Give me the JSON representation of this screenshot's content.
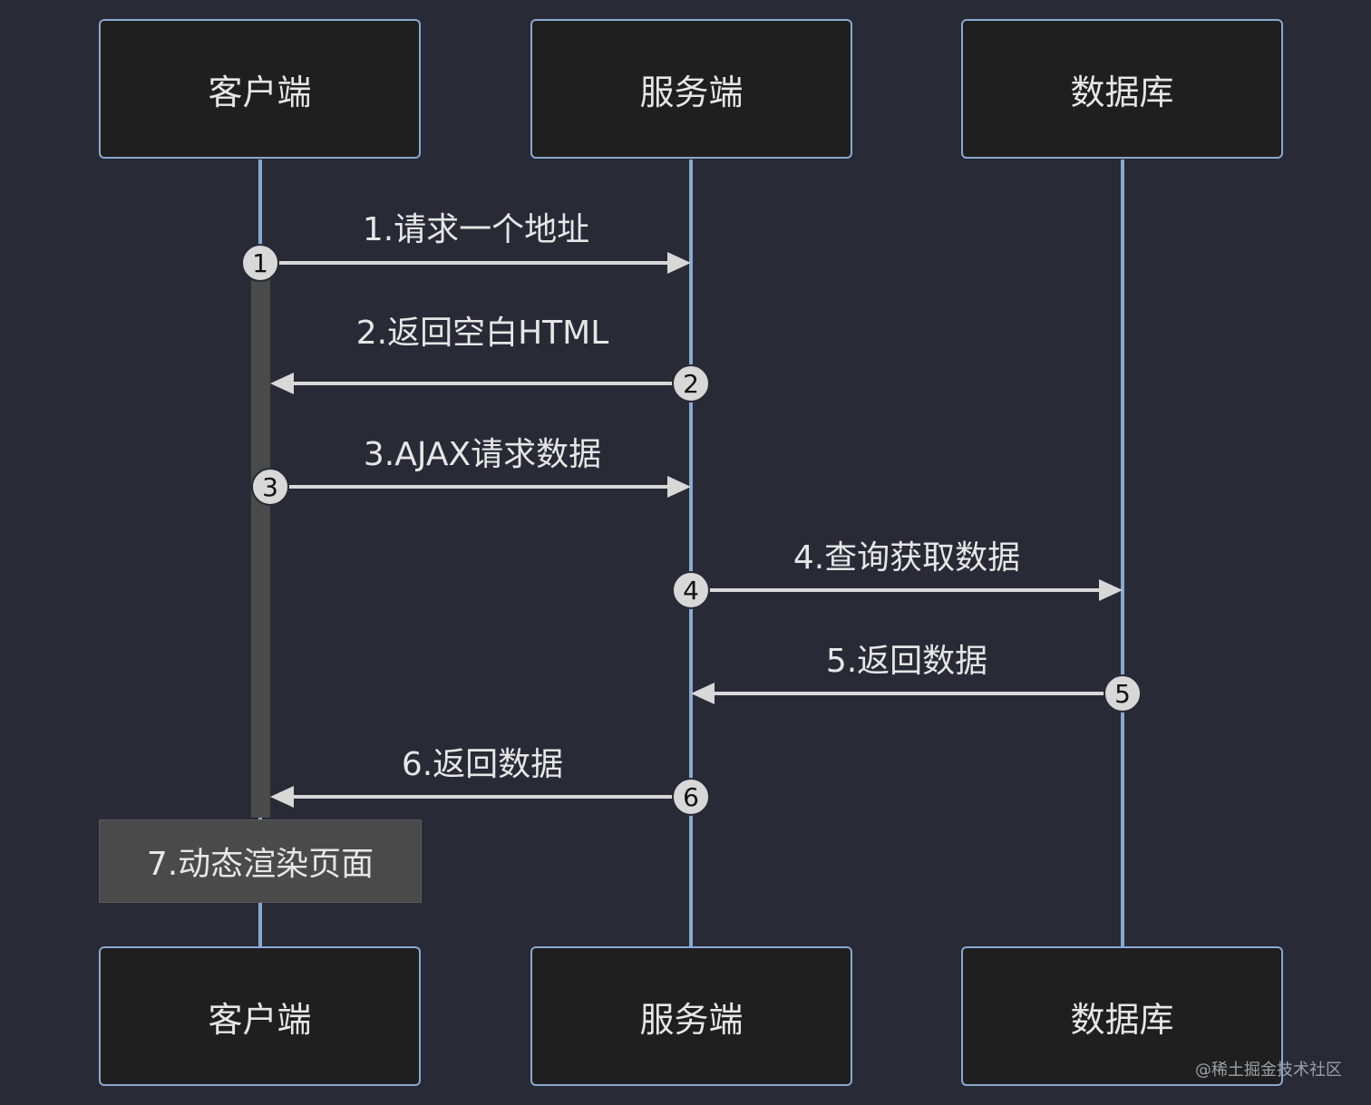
{
  "participants": [
    {
      "id": "client",
      "label": "客户端"
    },
    {
      "id": "server",
      "label": "服务端"
    },
    {
      "id": "db",
      "label": "数据库"
    }
  ],
  "messages": [
    {
      "num": "1",
      "label": "1.请求一个地址",
      "from": "client",
      "to": "server"
    },
    {
      "num": "2",
      "label": "2.返回空白HTML",
      "from": "server",
      "to": "client"
    },
    {
      "num": "3",
      "label": "3.AJAX请求数据",
      "from": "client",
      "to": "server"
    },
    {
      "num": "4",
      "label": "4.查询获取数据",
      "from": "server",
      "to": "db"
    },
    {
      "num": "5",
      "label": "5.返回数据",
      "from": "db",
      "to": "server"
    },
    {
      "num": "6",
      "label": "6.返回数据",
      "from": "server",
      "to": "client"
    }
  ],
  "note": {
    "label": "7.动态渲染页面"
  },
  "watermark": "@稀土掘金技术社区",
  "colors": {
    "background": "#282a36",
    "lifeline": "#8aa8d0",
    "activation": "#4a4a4a",
    "arrow": "#d8d8d8",
    "badge": "#d8d8d8"
  }
}
